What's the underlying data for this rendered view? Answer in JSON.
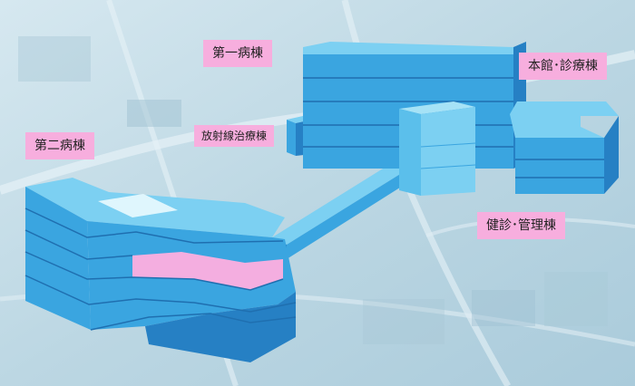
{
  "labels": {
    "ward2": "第二病棟",
    "ward1": "第一病棟",
    "main": "本館･診療棟",
    "radiation": "放射線治療棟",
    "admin": "健診･管理棟"
  },
  "colors": {
    "building_top": "#7cd0f2",
    "building_front": "#3aa5e0",
    "building_side": "#2680c4",
    "highlight_floor": "#f4aee0",
    "label_bg": "#f7aede"
  }
}
